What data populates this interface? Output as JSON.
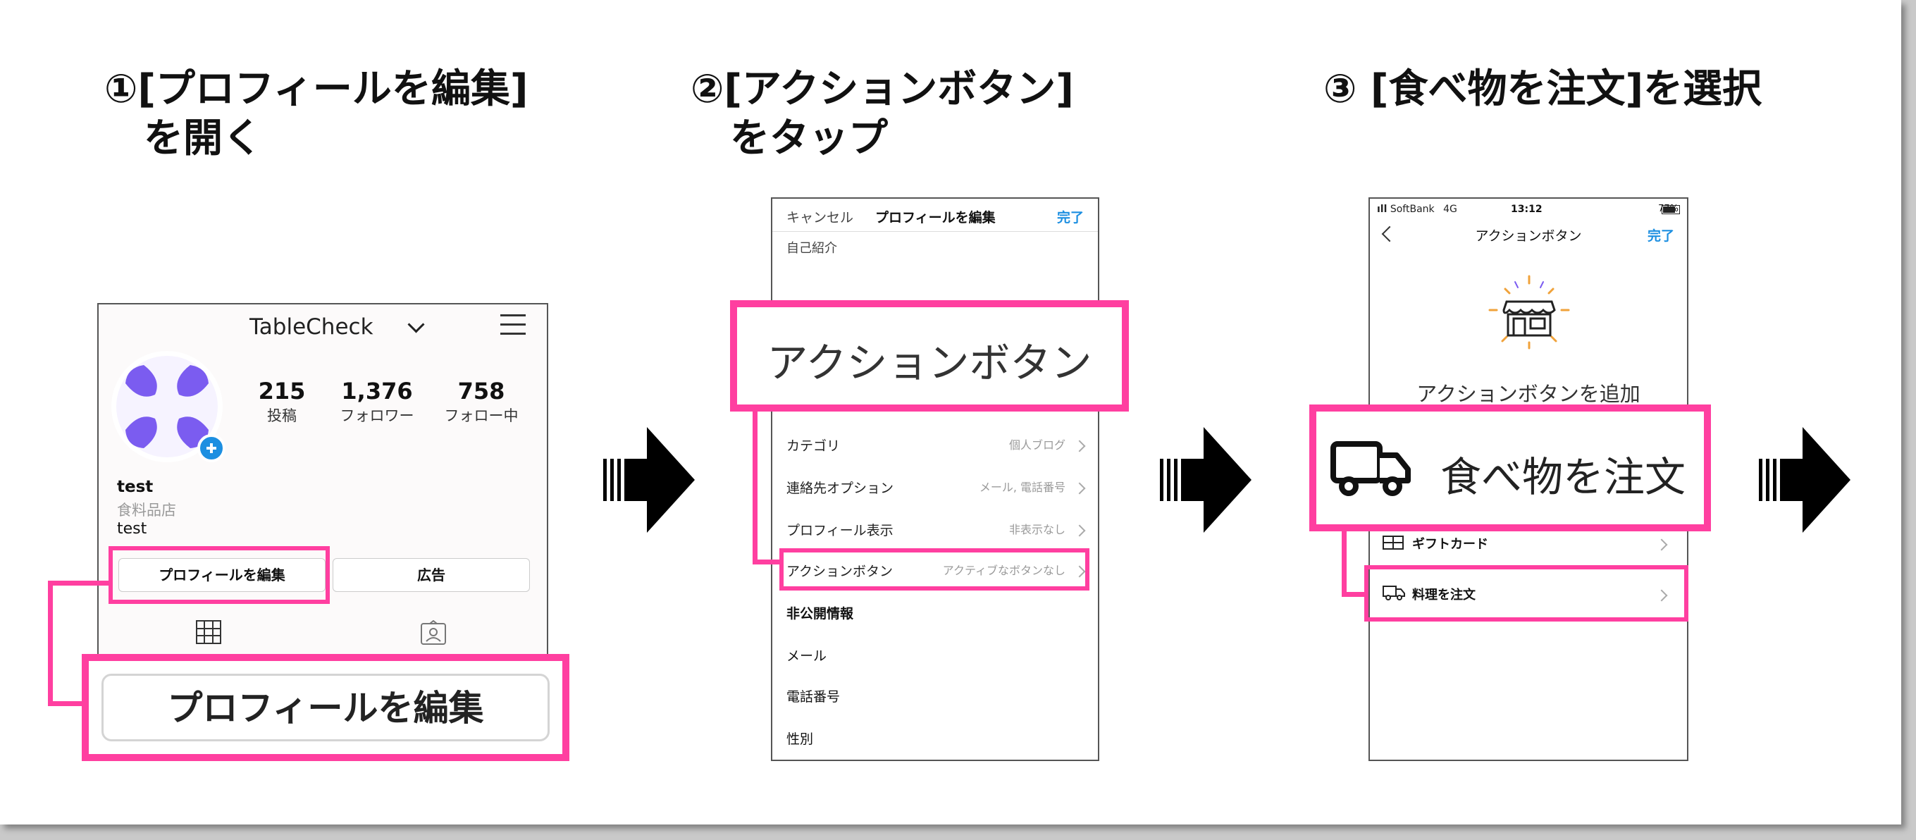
{
  "steps": [
    {
      "title_line1": "①[プロフィールを編集]",
      "title_line2": "を開く"
    },
    {
      "title_line1": "②[アクションボタン]",
      "title_line2": "をタップ"
    },
    {
      "title_line1": "③ [食べ物を注文]を選択"
    }
  ],
  "panel1": {
    "account_name": "TableCheck",
    "stats": [
      {
        "value": "215",
        "label": "投稿"
      },
      {
        "value": "1,376",
        "label": "フォロワー"
      },
      {
        "value": "758",
        "label": "フォロー中"
      }
    ],
    "bio_name": "test",
    "bio_category": "食料品店",
    "bio_text": "test",
    "edit_profile_label": "プロフィールを編集",
    "ads_label": "広告",
    "callout_label": "プロフィールを編集"
  },
  "panel2": {
    "cancel_label": "キャンセル",
    "header_title": "プロフィールを編集",
    "done_label": "完了",
    "bio_label": "自己紹介",
    "callout_label": "アクションボタン",
    "rows": [
      {
        "label": "カテゴリ",
        "value": "個人ブログ"
      },
      {
        "label": "連絡先オプション",
        "value": "メール, 電話番号"
      },
      {
        "label": "プロフィール表示",
        "value": "非表示なし"
      },
      {
        "label": "アクションボタン",
        "value": "アクティブなボタンなし"
      }
    ],
    "private_heading": "非公開情報",
    "private_rows": [
      "メール",
      "電話番号",
      "性別"
    ]
  },
  "panel3": {
    "carrier": "SoftBank",
    "network": "4G",
    "time": "13:12",
    "battery": "77%",
    "header_title": "アクションボタン",
    "done_label": "完了",
    "add_label": "アクションボタンを追加",
    "callout_label": "食べ物を注文",
    "gift_card_label": "ギフトカード",
    "order_label": "料理を注文"
  },
  "colors": {
    "accent": "#ff3fa0",
    "link": "#1d8fe1",
    "purple": "#7b5cf0"
  },
  "icons": [
    "chevron-down-icon",
    "menu-icon",
    "grid-icon",
    "tagged-icon",
    "plus-icon",
    "store-icon",
    "truck-icon",
    "gift-icon",
    "back-icon",
    "right-arrow-icon"
  ]
}
